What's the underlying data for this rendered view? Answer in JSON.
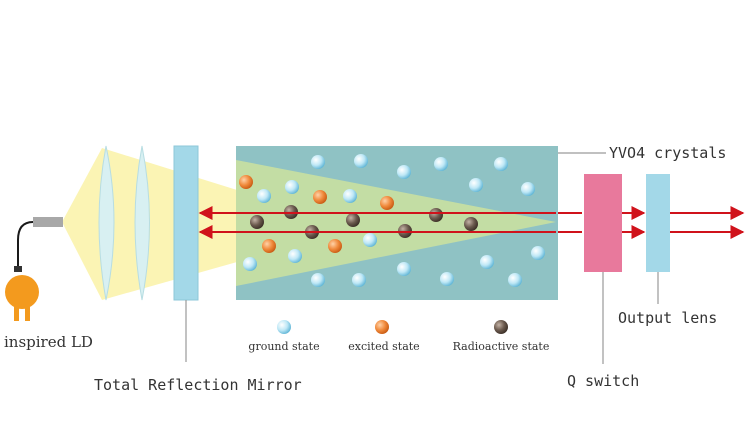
{
  "labels": {
    "crystal": "YVO4 crystals",
    "q_switch": "Q switch",
    "output_lens": "Output lens",
    "mirror": "Total Reflection Mirror",
    "ld": "inspired LD"
  },
  "legend": {
    "ground": "ground state",
    "excited": "excited state",
    "radioactive": "Radioactive state"
  },
  "colors": {
    "crystal": "#8fc2c4",
    "mirror": "#a3d8e8",
    "q_switch": "#e8799c",
    "output_lens": "#a3d8e8",
    "pump_light": "#fbf3b0",
    "laser_beam": "#d0121b",
    "ld_body": "#f39a1e",
    "ground_particle": "#bfe8f6",
    "excited_particle": "#f08a3c",
    "radioactive_particle": "#6b5a4e"
  },
  "icons": {
    "laser_diode": "orange-circle-with-plug-icon"
  }
}
